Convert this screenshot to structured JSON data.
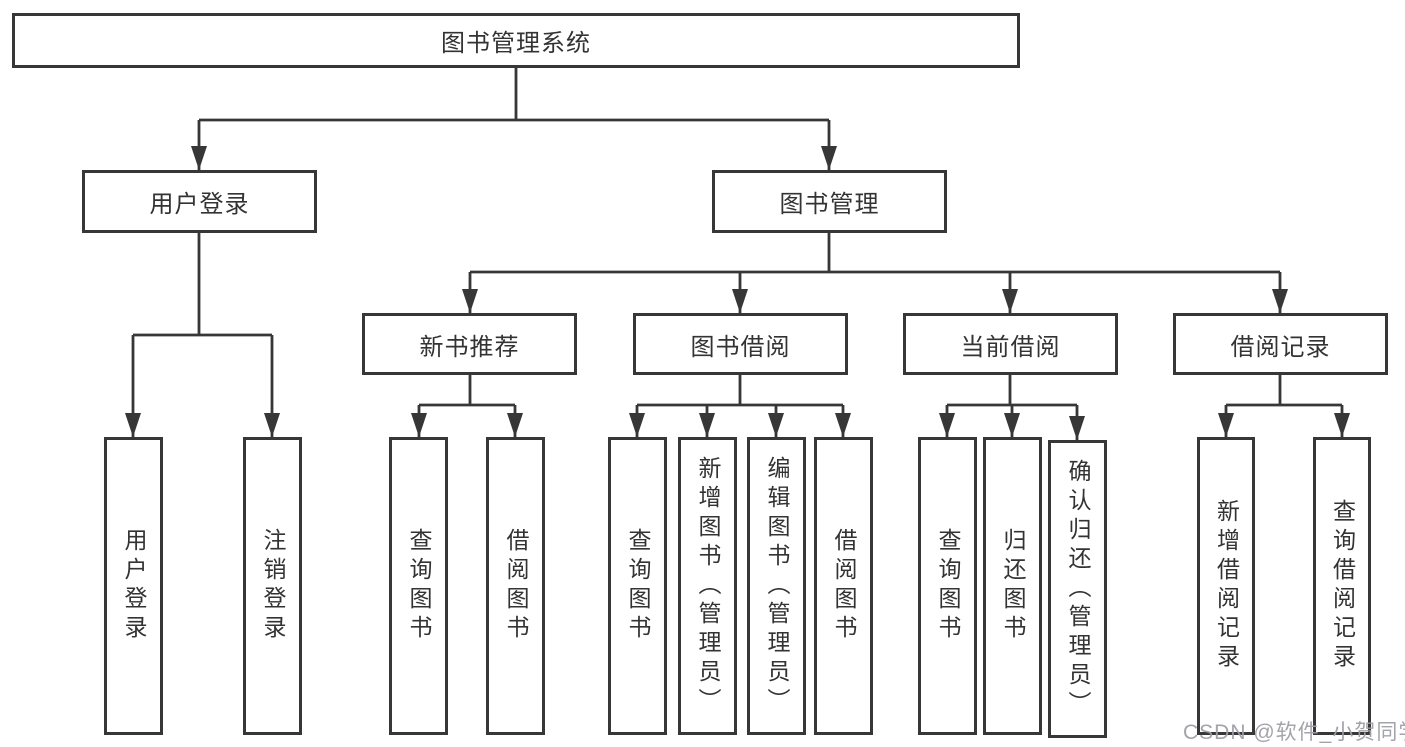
{
  "tree": {
    "label": "图书管理系统",
    "children": [
      {
        "label": "用户登录",
        "children": [
          {
            "label": "用户登录"
          },
          {
            "label": "注销登录"
          }
        ]
      },
      {
        "label": "图书管理",
        "children": [
          {
            "label": "新书推荐",
            "children": [
              {
                "label": "查询图书"
              },
              {
                "label": "借阅图书"
              }
            ]
          },
          {
            "label": "图书借阅",
            "children": [
              {
                "label": "查询图书"
              },
              {
                "label": "新增图书（管理员）"
              },
              {
                "label": "编辑图书（管理员）"
              },
              {
                "label": "借阅图书"
              }
            ]
          },
          {
            "label": "当前借阅",
            "children": [
              {
                "label": "查询图书"
              },
              {
                "label": "归还图书"
              },
              {
                "label": "确认归还（管理员）"
              }
            ]
          },
          {
            "label": "借阅记录",
            "children": [
              {
                "label": "新增借阅记录"
              },
              {
                "label": "查询借阅记录"
              }
            ]
          }
        ]
      }
    ]
  },
  "colors": {
    "line": "#373737",
    "text": "#333333",
    "background": "#ffffff",
    "watermark": "#9e9ea8"
  },
  "watermark": "CSDN @软件_小贺同学"
}
